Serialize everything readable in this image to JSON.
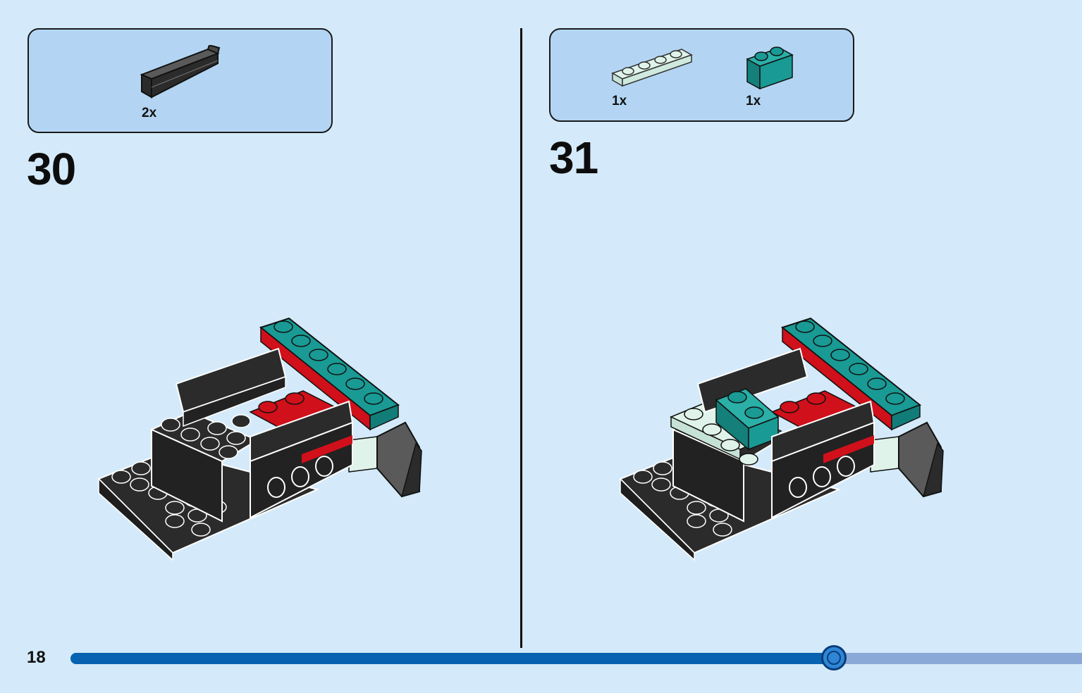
{
  "page": {
    "number": "18"
  },
  "steps": [
    {
      "number": "30",
      "parts": [
        {
          "name": "black-angle-plate",
          "qty": "2x",
          "color": "#2b2b2b"
        }
      ]
    },
    {
      "number": "31",
      "parts": [
        {
          "name": "white-plate-1x4",
          "qty": "1x",
          "color": "#dff3ea"
        },
        {
          "name": "teal-brick-1x2",
          "qty": "1x",
          "color": "#199a94"
        }
      ]
    }
  ],
  "colors": {
    "black": "#2b2b2b",
    "teal": "#199a94",
    "red": "#d0101a",
    "mint": "#dff3ea",
    "progress": "#0762b2"
  },
  "progress": {
    "fraction": 0.755
  }
}
